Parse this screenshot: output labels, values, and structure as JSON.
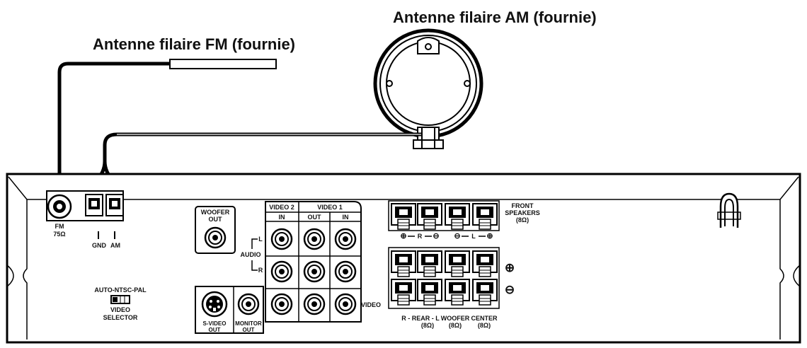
{
  "titles": {
    "fm_antenna": "Antenne filaire FM (fournie)",
    "am_antenna": "Antenne filaire AM (fournie)"
  },
  "panel": {
    "fm": {
      "label": "FM",
      "impedance": "75Ω"
    },
    "gnd": "GND",
    "am": "AM",
    "woofer_out": {
      "line1": "WOOFER",
      "line2": "OUT"
    },
    "video2": "VIDEO 2",
    "video1": "VIDEO 1",
    "in": "IN",
    "out": "OUT",
    "audio": "AUDIO",
    "l": "L",
    "r": "R",
    "video": "VIDEO",
    "svideo_out": {
      "line1": "S-VIDEO",
      "line2": "OUT"
    },
    "monitor_out": {
      "line1": "MONITOR",
      "line2": "OUT"
    },
    "video_selector": {
      "line1": "AUTO-NTSC-PAL",
      "line2": "VIDEO",
      "line3": "SELECTOR"
    },
    "front_speakers": {
      "line1": "FRONT",
      "line2": "SPEAKERS",
      "line3": "(8Ω)"
    },
    "front_polarity": {
      "r": "R",
      "l": "L"
    },
    "plus": "⊕",
    "minus": "⊖",
    "rear": {
      "line1": "R - REAR - L",
      "line2": "(8Ω)"
    },
    "woofer": {
      "line1": "WOOFER",
      "line2": "(8Ω)"
    },
    "center": {
      "line1": "CENTER",
      "line2": "(8Ω)"
    }
  }
}
